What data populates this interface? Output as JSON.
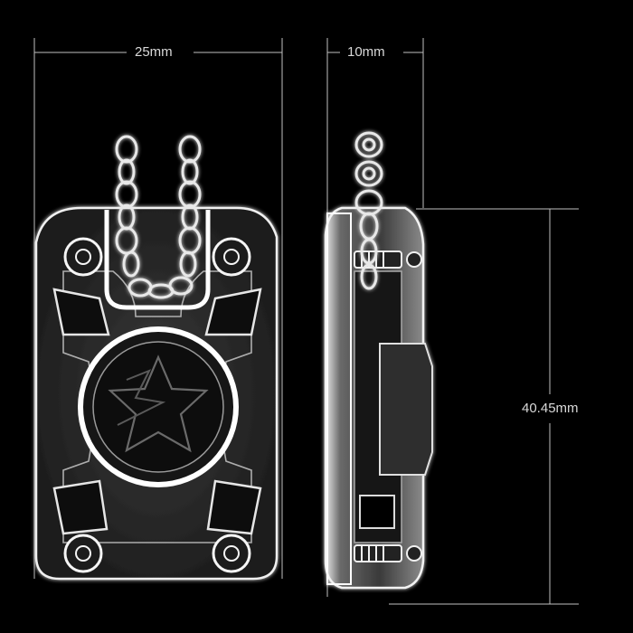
{
  "dimensions": {
    "width": "25mm",
    "thickness": "10mm",
    "height": "40.45mm"
  },
  "colors": {
    "background": "#000000",
    "dimension_line": "#bfbfbf",
    "dimension_text": "#d9d9d9",
    "xray_glow": "#f2f2f2",
    "body_fill": "#2a2a2a"
  },
  "views": [
    "front-view",
    "side-view"
  ]
}
